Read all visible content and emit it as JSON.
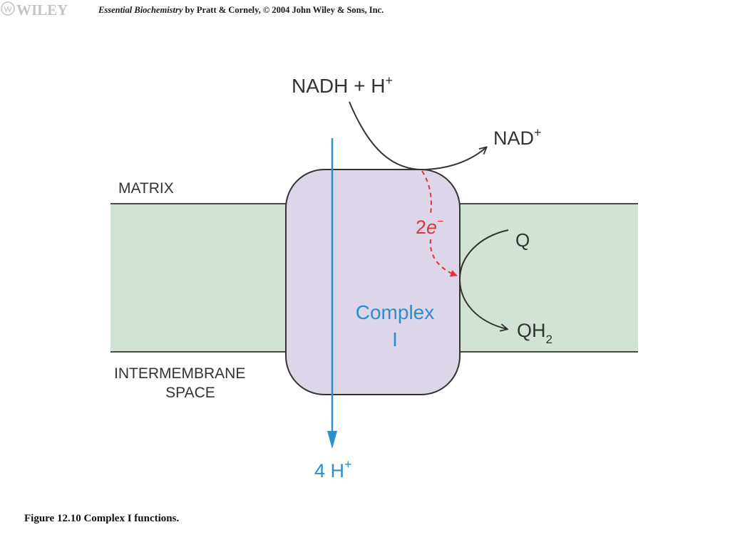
{
  "header": {
    "publisher_logo_text": "WILEY",
    "citation_title": "Essential Biochemistry",
    "citation_rest": " by Pratt & Cornely, © 2004 John Wiley & Sons, Inc."
  },
  "diagram": {
    "colors": {
      "membrane": "#d2e3d6",
      "complex": "#ddd5e8",
      "proton_blue": "#2a8fcf",
      "electron_red": "#e2343c",
      "text_dark": "#333333"
    },
    "labels": {
      "matrix": "MATRIX",
      "intermembrane_line1": "INTERMEMBRANE",
      "intermembrane_line2": "SPACE",
      "nadh_main": "NADH + H",
      "nadh_sup": "+",
      "nad_main": "NAD",
      "nad_sup": "+",
      "electrons_num": "2",
      "electrons_e": "e",
      "electrons_sup": "−",
      "q": "Q",
      "qh2_main": "QH",
      "qh2_sub": "2",
      "complex_line1": "Complex",
      "complex_line2": "I",
      "protons_main": "4 H",
      "protons_sup": "+"
    }
  },
  "caption": "Figure 12.10 Complex I functions."
}
